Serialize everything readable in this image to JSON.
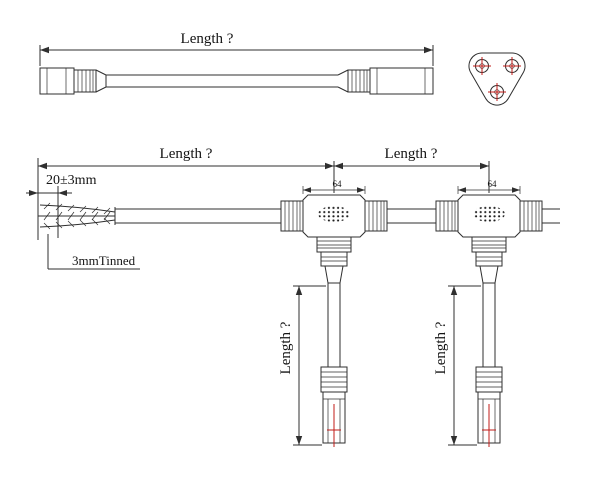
{
  "drawing": {
    "type": "cable-assembly-technical-drawing",
    "colors": {
      "line": "#2f2f2f",
      "accent_red": "#c11b17",
      "background": "#ffffff"
    },
    "labels": {
      "top_length": "Length ?",
      "left_span_length": "Length ?",
      "right_span_length": "Length ?",
      "left_drop_length": "Length ?",
      "right_drop_length": "Length ?",
      "strip_length": "20±3mm",
      "tinned_note": "3mmTinned",
      "tee_width_left": "64",
      "tee_width_right": "64"
    }
  }
}
